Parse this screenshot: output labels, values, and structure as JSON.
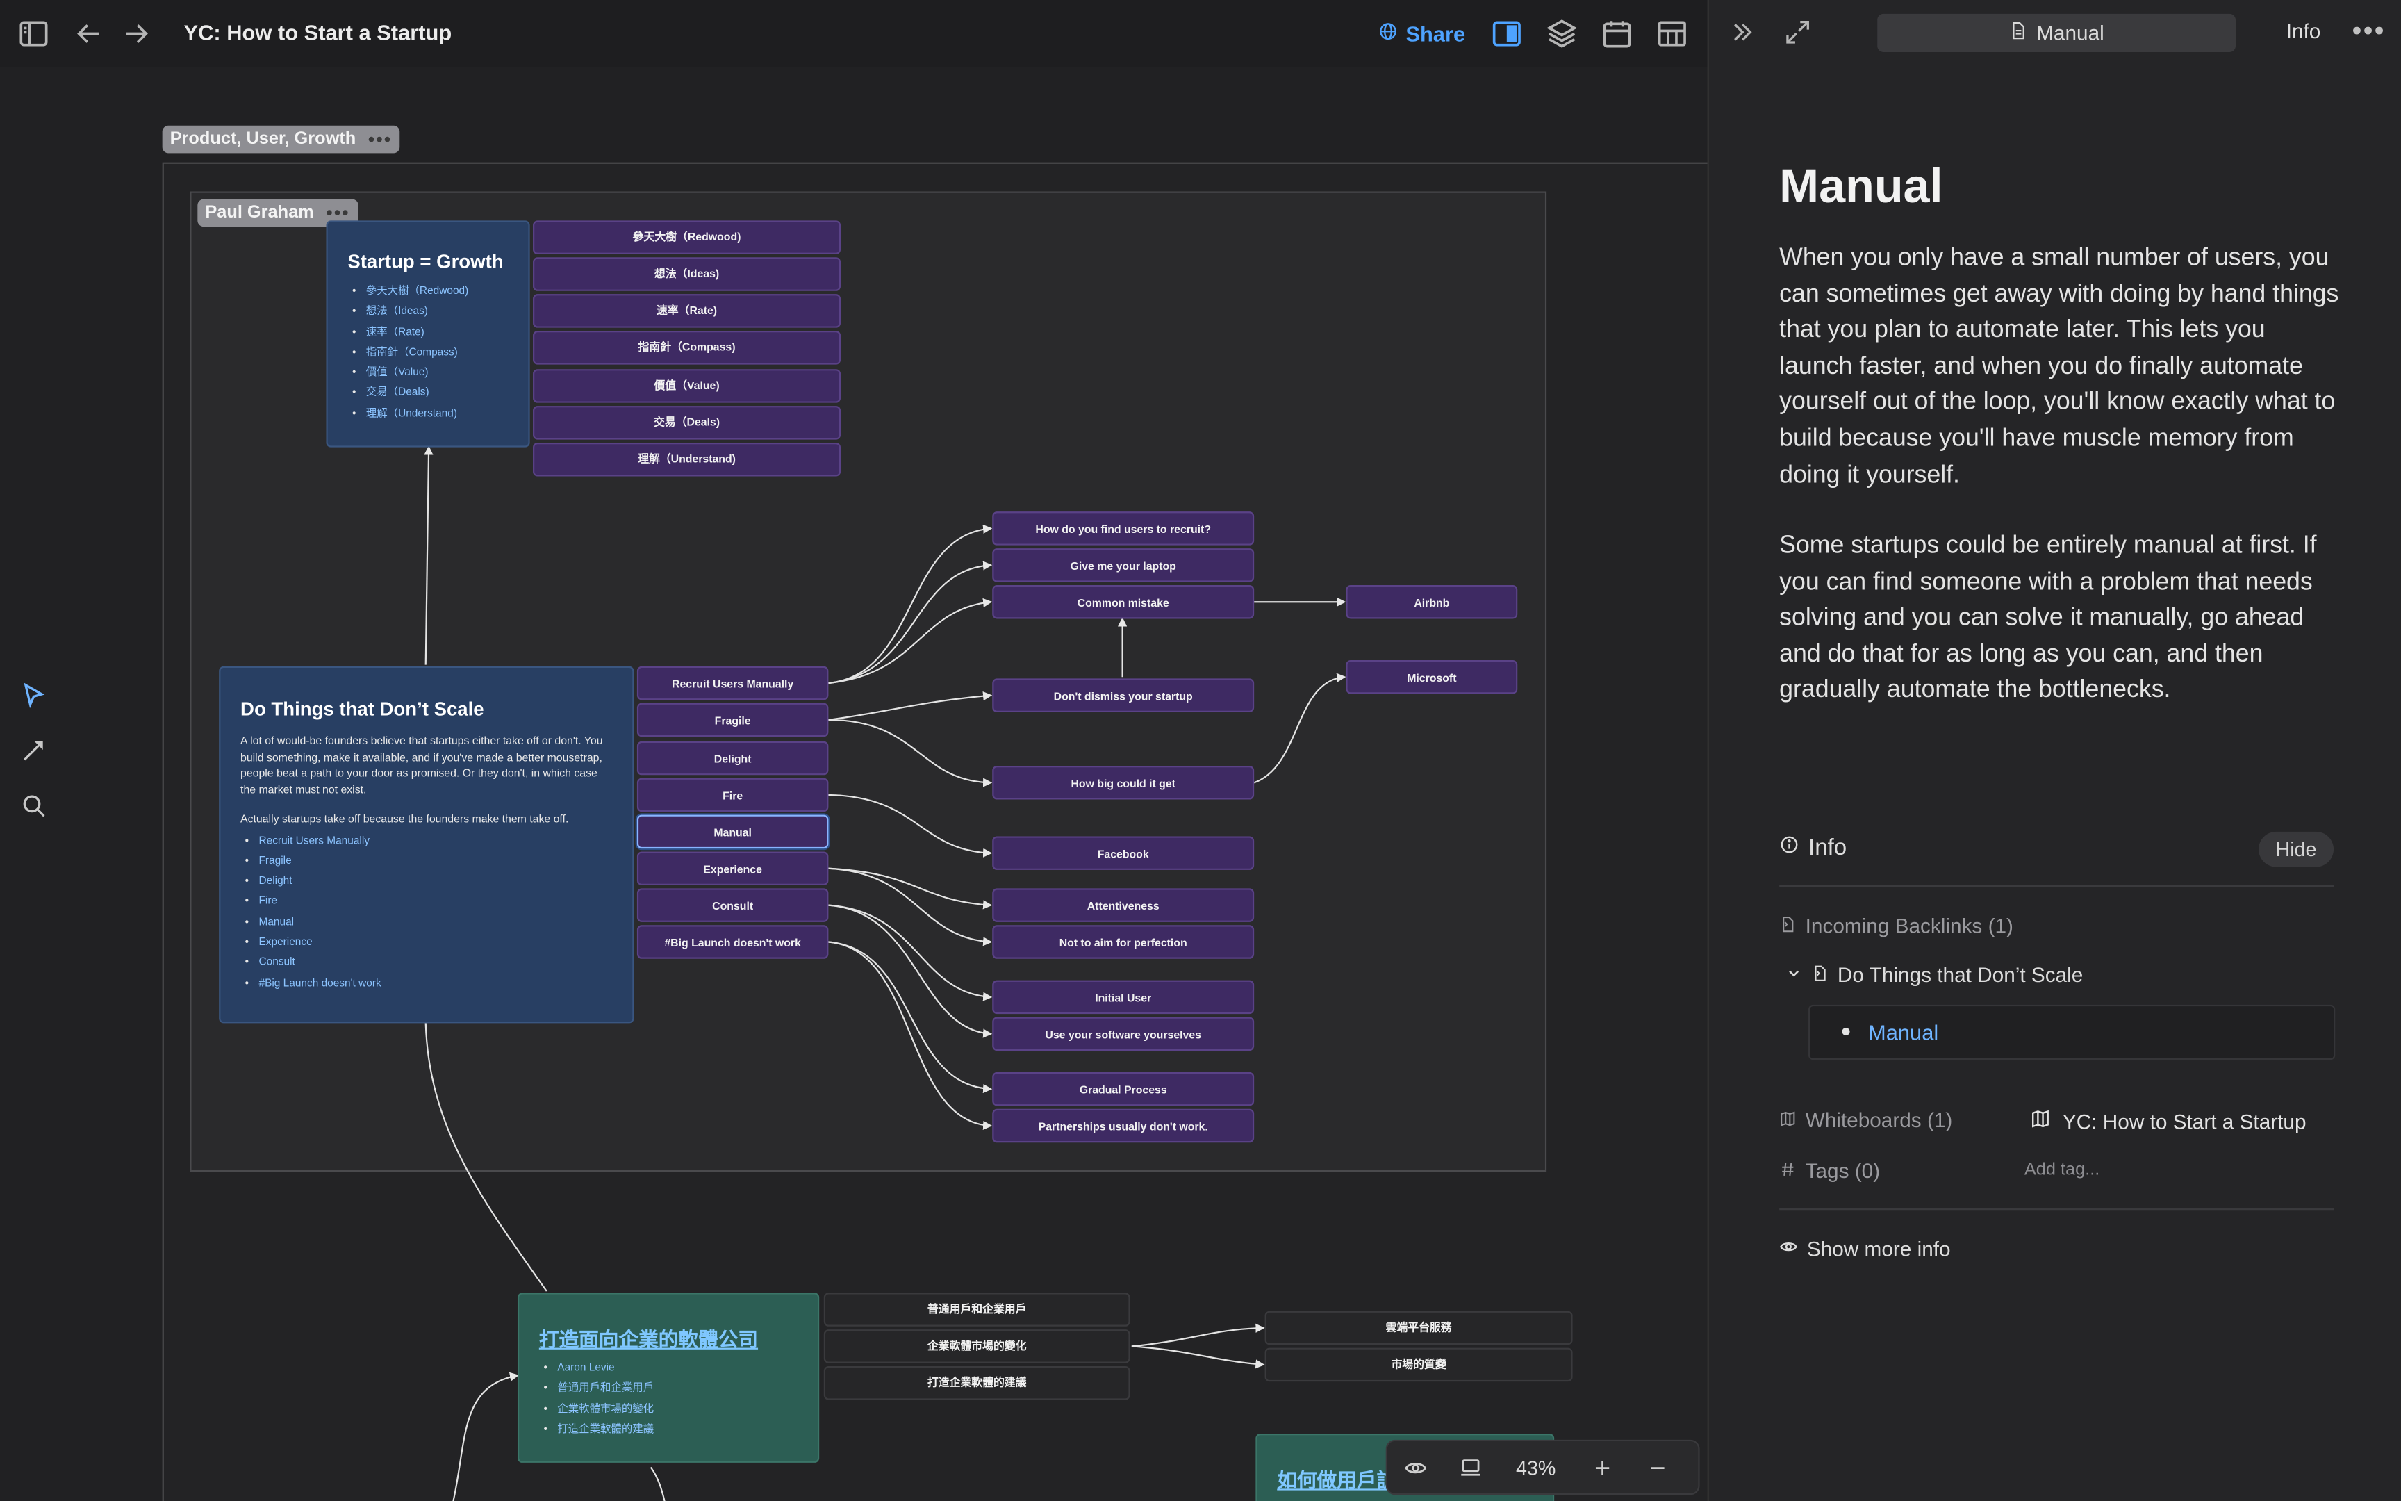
{
  "app": {
    "page_title": "YC: How to Start a Startup",
    "share_label": "Share",
    "zoom_level": "43%"
  },
  "canvas": {
    "frames": {
      "outer_label": "Product, User, Growth",
      "inner_label": "Paul Graham",
      "dots": "•••"
    },
    "growth_note": {
      "title": "Startup = Growth",
      "items": [
        "參天大樹（Redwood)",
        "想法（Ideas)",
        "速率（Rate)",
        "指南針（Compass)",
        "價值（Value)",
        "交易（Deals)",
        "理解（Understand)"
      ]
    },
    "growth_nodes": [
      "參天大樹（Redwood)",
      "想法（Ideas)",
      "速率（Rate)",
      "指南針（Compass)",
      "價值（Value)",
      "交易（Deals)",
      "理解（Understand)"
    ],
    "scale_note": {
      "title": "Do Things that Don’t Scale",
      "para1": "A lot of would-be founders believe that startups either take off or don't. You build something, make it available, and if you've made a better mousetrap, people beat a path to your door as promised. Or they don't, in which case the market must not exist.",
      "para2": "Actually startups take off because the founders make them take off.",
      "items": [
        "Recruit Users Manually",
        "Fragile",
        "Delight",
        "Fire",
        "Manual",
        "Experience",
        "Consult",
        "#Big Launch doesn't work"
      ]
    },
    "scale_nodes": [
      "Recruit Users Manually",
      "Fragile",
      "Delight",
      "Fire",
      "Manual",
      "Experience",
      "Consult",
      "#Big Launch doesn't work"
    ],
    "detail_nodes": {
      "recruit": "How do you find users to recruit?",
      "laptop": "Give me your laptop",
      "mistake": "Common mistake",
      "dismiss": "Don't dismiss your startup",
      "howbig": "How big could it get",
      "facebook": "Facebook",
      "attentiveness": "Attentiveness",
      "perfection": "Not to aim for perfection",
      "initial": "Initial User",
      "software": "Use your software yourselves",
      "gradual": "Gradual Process",
      "partnerships": "Partnerships usually don't work.",
      "airbnb": "Airbnb",
      "microsoft": "Microsoft"
    },
    "enterprise_note": {
      "title": "打造面向企業的軟體公司",
      "items": [
        "Aaron Levie",
        "普通用戶和企業用戶",
        "企業軟體市場的變化",
        "打造企業軟體的建議"
      ]
    },
    "enterprise_nodes": [
      "普通用戶和企業用戶",
      "企業軟體市場的變化",
      "打造企業軟體的建議"
    ],
    "enterprise_sub_nodes": [
      "雲端平台服務",
      "市場的質變"
    ],
    "interview_note": {
      "title": "如何做用戶訪"
    }
  },
  "panel": {
    "doc_tab": "Manual",
    "info_tab": "Info",
    "more": "•••",
    "doc_title": "Manual",
    "para1": "When you only have a small number of users, you can sometimes get away with doing by hand things that you plan to automate later. This lets you launch faster, and when you do finally automate yourself out of the loop, you'll know exactly what to build because you'll have muscle memory from doing it yourself.",
    "para2": "Some startups could be entirely manual at first. If you can find someone with a problem that needs solving and you can solve it manually, go ahead and do that for as long as you can, and then gradually automate the bottlenecks.",
    "info": {
      "heading": "Info",
      "hide": "Hide",
      "backlinks_label": "Incoming Backlinks (1)",
      "backlink_source": "Do Things that Don’t Scale",
      "backlink_item": "Manual",
      "whiteboards_label": "Whiteboards (1)",
      "whiteboard_name": "YC: How to Start a Startup",
      "tags_label": "Tags (0)",
      "add_tag": "Add tag...",
      "show_more": "Show more info"
    }
  },
  "colors": {
    "accent": "#4ea3ff",
    "node_purple": "#3e2a63",
    "note_blue": "#283f63",
    "note_green": "#2c5e54"
  },
  "icons": [
    "sidebar-toggle-icon",
    "arrow-left-icon",
    "arrow-right-icon",
    "globe-icon",
    "panel-right-icon",
    "layers-icon",
    "calendar-icon",
    "library-icon",
    "chevrons-right-icon",
    "expand-icon",
    "document-icon",
    "pointer-icon",
    "pen-icon",
    "search-icon",
    "eye-icon",
    "present-icon",
    "plus-icon",
    "minus-icon",
    "info-icon",
    "backlink-icon",
    "chevron-down-icon",
    "whiteboard-icon",
    "hash-icon"
  ]
}
